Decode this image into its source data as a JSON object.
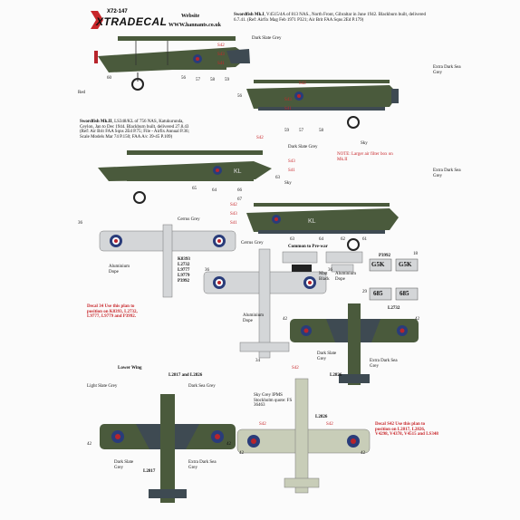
{
  "header": {
    "part_number": "X72-147",
    "brand": "XTRADECAL",
    "website_label": "Website",
    "website_url": "WWW.hannants.co.uk"
  },
  "aircraft1": {
    "title_bold": "Swordfish Mk.I",
    "text": ", V4515/4A of 813 NAS., North Front, Gibraltar in June 1942. Blackburn built, delivered 6.7.41. (Ref: Airfix Mag Feb 1971 P321; Air Brit FAA Sqns 2Ed P.179)"
  },
  "aircraft2": {
    "title_bold": "Swordfish Mk.II",
    "text": ", LS348/KL of 756 NAS, Katukurunda, Ceylon, Jan to Dec 1944. Blackburn built, delivered 27.8.43 (Ref: Air Brit FAA Sqns 2Ed P.75; File - Airfix Annual P.36; Scale Models Mar 74 P.150; FAA A/c 39-45 P.109)"
  },
  "colors": {
    "dark_slate_grey": "Dark Slate Grey",
    "extra_dark_sea_grey": "Extra Dark Sea Grey",
    "sky": "Sky",
    "red": "Red",
    "cerrus_grey": "Cerrus Grey",
    "aluminium_dope": "Aluminium Dope",
    "matt_black": "Matt Black",
    "light_slate_grey": "Light Slate Grey",
    "dark_sea_grey": "Dark Sea Grey",
    "sky_grey_ipms": "Sky Grey IPMS Stockholm quote: FS 36463",
    "lower_wing": "Lower Wing",
    "common_prewar": "Common to Pre-war"
  },
  "notes": {
    "larger_air_filter": "NOTE: Larger air filter box on Mk.II",
    "decal34": "Decal 34 Use this plan to position on K8393, L2732, L9777, L9779 and P3992.",
    "decalS42": "Decal S42 Use this plan to position on L2817, L2826, V4298, V4378, V4515 and LS348"
  },
  "serials": {
    "prewar_list": [
      "K8393",
      "L2732",
      "L9777",
      "L9779",
      "P3992"
    ],
    "p3992": "P3992",
    "l2732": "L2732",
    "l2817_l2826": "L2817 and L2826",
    "l2826": "L2826",
    "l2817": "L2817",
    "kl_code": "KL",
    "g5k": "G5K",
    "num685": "685"
  },
  "decal_numbers": {
    "s42": "S42",
    "s43": "S43",
    "s41": "S41",
    "n56": "56",
    "n57": "57",
    "n58": "58",
    "n59": "59",
    "n60": "60",
    "n61": "61",
    "n62": "62",
    "n63": "63",
    "n64": "64",
    "n65": "65",
    "n66": "66",
    "n67": "67",
    "n36": "36",
    "n34": "34",
    "n42": "42",
    "n18": "18",
    "n29": "29"
  },
  "palette": {
    "dark_slate": "#4a5a3c",
    "sea_grey": "#3e4a52",
    "sky": "#c8cdb8",
    "alu": "#d4d6d8",
    "roundel_red": "#b8242b",
    "roundel_blue": "#2a3c7a"
  }
}
